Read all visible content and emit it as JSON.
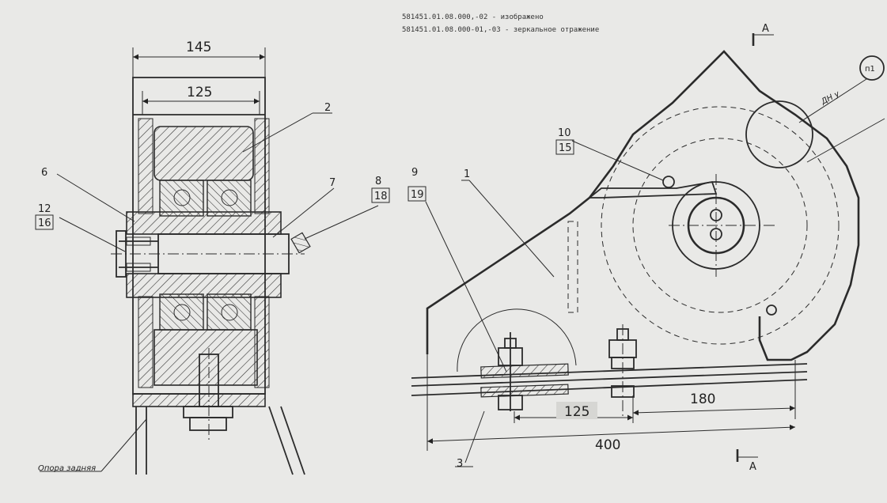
{
  "header": {
    "line1": "581451.01.08.000,-02 - изображено",
    "line2": "581451.01.08.000-01,-03 - зеркальное отражение"
  },
  "section_marks": {
    "top": "A",
    "bottom": "A"
  },
  "detail_callout": "п1",
  "surface_note": "ДН у",
  "dimensions": {
    "d145": "145",
    "d125_top": "125",
    "d125_bottom": "125",
    "d180": "180",
    "d400": "400"
  },
  "labels": {
    "l2": "2",
    "l6": "6",
    "l12": "12",
    "l16": "16",
    "l7": "7",
    "l8": "8",
    "l18": "18",
    "l9": "9",
    "l19": "19",
    "l1": "1",
    "l10": "10",
    "l15": "15",
    "l3": "3"
  },
  "support_label": "Опора задняя",
  "colors": {
    "background": "#e9e9e7",
    "ink": "#2b2b2b"
  }
}
